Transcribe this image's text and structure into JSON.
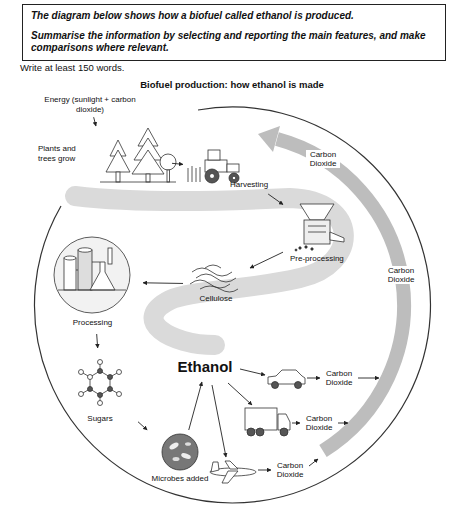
{
  "diagram": {
    "title": "Biofuel production: how ethanol is made",
    "nodes": [
      {
        "text": [
          "The diagram below shows how a biofuel called ethanol is produced.",
          "Summarise the information by selecting and reporting the main features, and make comparisons where relevant."
        ]
      },
      {
        "text": [
          "Energy (sunlight + carbon dioxide)"
        ]
      },
      {
        "text": [
          "Plants and trees grow"
        ]
      },
      {
        "text": [
          "Harvesting"
        ]
      },
      {
        "text": [
          "Pre-processing"
        ]
      },
      {
        "text": [
          "Cellulose"
        ]
      },
      {
        "text": [
          "Processing"
        ]
      },
      {
        "text": [
          "Sugars"
        ]
      },
      {
        "text": [
          "Microbes added"
        ]
      },
      {
        "text": [
          "Ethanol"
        ]
      }
    ],
    "edges": [
      {
        "from": 1,
        "to": 2,
        "arrow": "to"
      },
      {
        "from": 2,
        "to": 3,
        "arrow": "to"
      },
      {
        "from": 3,
        "to": 4,
        "arrow": "to"
      },
      {
        "from": 4,
        "to": 5,
        "arrow": "to"
      },
      {
        "from": 5,
        "to": 6,
        "arrow": "to"
      },
      {
        "from": 6,
        "to": 7,
        "arrow": "to"
      },
      {
        "from": 7,
        "to": 8,
        "arrow": "to"
      },
      {
        "from": 8,
        "to": 9,
        "arrow": "to"
      }
    ],
    "labels": [
      "Write at least 150 words.",
      "Carbon Dioxide",
      "Carbon Dioxide",
      "Carbon Dioxide",
      "Carbon Dioxide",
      "Carbon Dioxide"
    ]
  }
}
